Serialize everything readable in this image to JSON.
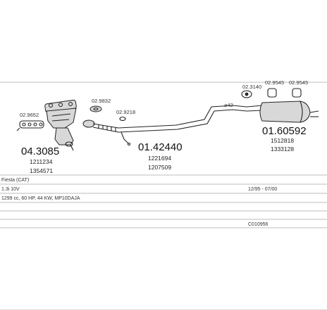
{
  "parts": {
    "catalyst": {
      "number": "04.3085",
      "oem": [
        "1211234",
        "1354571"
      ],
      "gasket": "02.9652"
    },
    "middle_pipe": {
      "number": "01.42440",
      "oem": [
        "1221694",
        "1207509"
      ],
      "gasket_top": "02.9832",
      "gasket_side": "02.9218"
    },
    "rear_silencer": {
      "number": "01.60592",
      "oem": [
        "1512818",
        "1333128"
      ],
      "clamp": "02.3140",
      "hanger1": "02.9545",
      "hanger2": "02.9545",
      "diameter": "⌀42"
    }
  },
  "info": {
    "model": "Fiesta  (CAT)",
    "engine": "1.3i 10V",
    "date_range": "12/95 - 07/00",
    "spec": "1299 cc, 60 HP, 44 KW, MP10DAJA",
    "code": "C010956"
  }
}
